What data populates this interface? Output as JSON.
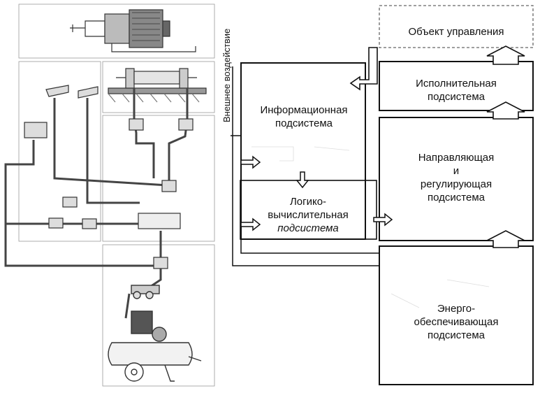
{
  "external_influence": "Внешнее воздействие",
  "blocks": {
    "object": "Объект управления",
    "executive": [
      "Исполнительная",
      "подсистема"
    ],
    "information": [
      "Информационная",
      "подсистема"
    ],
    "directing": [
      "Направляющая",
      "и",
      "регулирующая",
      "подсистема"
    ],
    "logic": [
      "Логико-",
      "вычислительная",
      "подсистема"
    ],
    "energy": [
      "Энерго-",
      "обеспечивающая",
      "подсистема"
    ]
  }
}
